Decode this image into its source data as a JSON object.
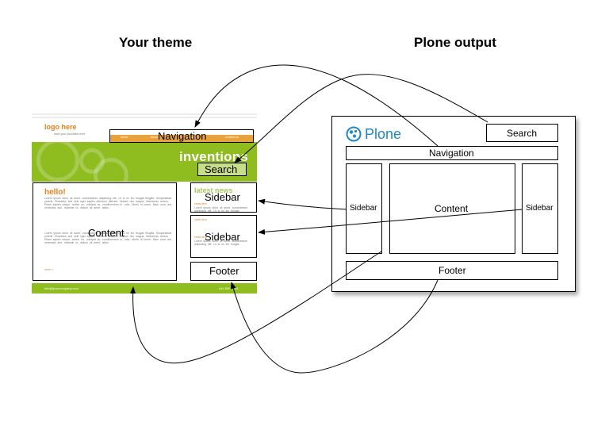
{
  "headings": {
    "your_theme": "Your theme",
    "plone_output": "Plone output"
  },
  "theme": {
    "logo": "logo here",
    "tagline": "have your punchline here",
    "banner_title": "inventions",
    "nav_tabs": [
      "Home",
      "About",
      "Products",
      "Contact us",
      ""
    ],
    "hello": "hello!",
    "latest_news": "latest news",
    "news_item": "news item",
    "more": "more »",
    "footer_left": "info@yourcompany.com",
    "footer_right": "444 555 1234",
    "lorem": "Lorem ipsum dolor sit amet, consectetuer adipiscing elit. Ut id mi leo feugiat fringilla. Suspendisse potenti. Phasellus sed velit eget sapien interdum ultricies. Nullam nec magna. Maecenas cursus. Etiam sapien neque, auctor eu, volutpat ac, condimentum in, odio. Morbi ut lorem. Nam urna orci, venenatis sed, molestie ut, dictum sit amet, tellus.",
    "lorem_short": "Lorem ipsum dolor sit amet, consectetuer adipiscing elit. Ut id mi leo feugiat."
  },
  "theme_labels": {
    "navigation": "Navigation",
    "search": "Search",
    "content": "Content",
    "sidebar_top": "Sidebar",
    "sidebar_bottom": "Sidebar",
    "footer": "Footer"
  },
  "plone": {
    "logo_text": "Plone",
    "search": "Search",
    "navigation": "Navigation",
    "sidebar_left": "Sidebar",
    "content": "Content",
    "sidebar_right": "Sidebar",
    "footer": "Footer"
  },
  "colors": {
    "theme_green": "#8fbc1f",
    "theme_orange": "#e8811e",
    "plone_blue": "#1e87c8"
  }
}
